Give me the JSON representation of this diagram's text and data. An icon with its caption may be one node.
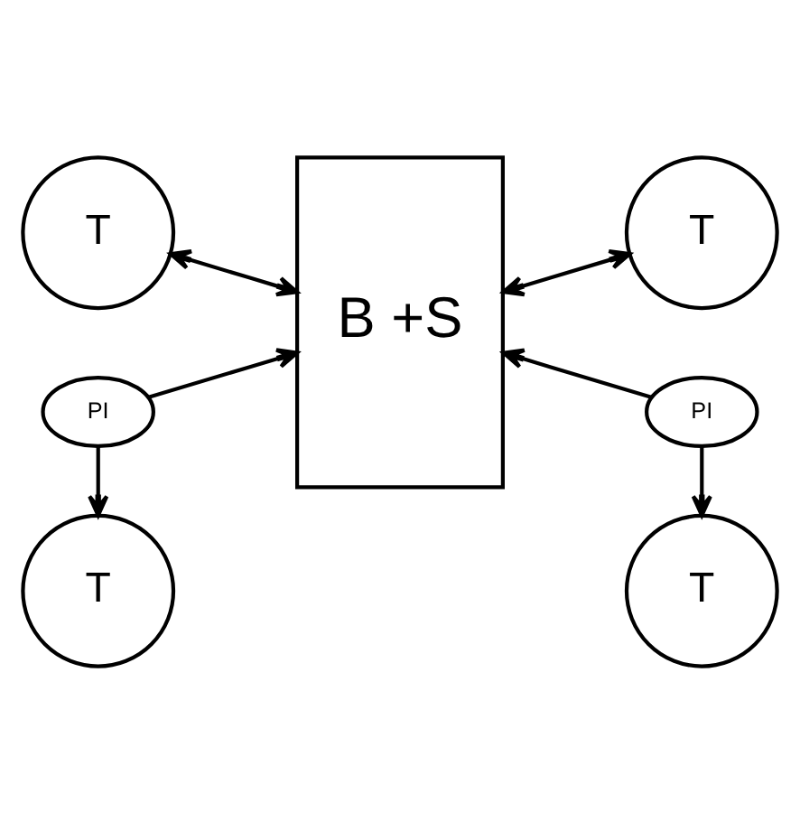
{
  "diagram": {
    "nodes": [
      {
        "text": [
          "T"
        ]
      },
      {
        "text": [
          "T"
        ]
      },
      {
        "text": [
          "B +S"
        ]
      },
      {
        "text": [
          "PI"
        ]
      },
      {
        "text": [
          "PI"
        ]
      },
      {
        "text": [
          "T"
        ]
      },
      {
        "text": [
          "T"
        ]
      }
    ],
    "edges": [
      {
        "from": 0,
        "to": 2,
        "arrow": "both"
      },
      {
        "from": 1,
        "to": 2,
        "arrow": "both"
      },
      {
        "from": 3,
        "to": 2,
        "arrow": "to"
      },
      {
        "from": 4,
        "to": 2,
        "arrow": "to"
      },
      {
        "from": 3,
        "to": 5,
        "arrow": "to"
      },
      {
        "from": 4,
        "to": 6,
        "arrow": "to"
      }
    ]
  }
}
